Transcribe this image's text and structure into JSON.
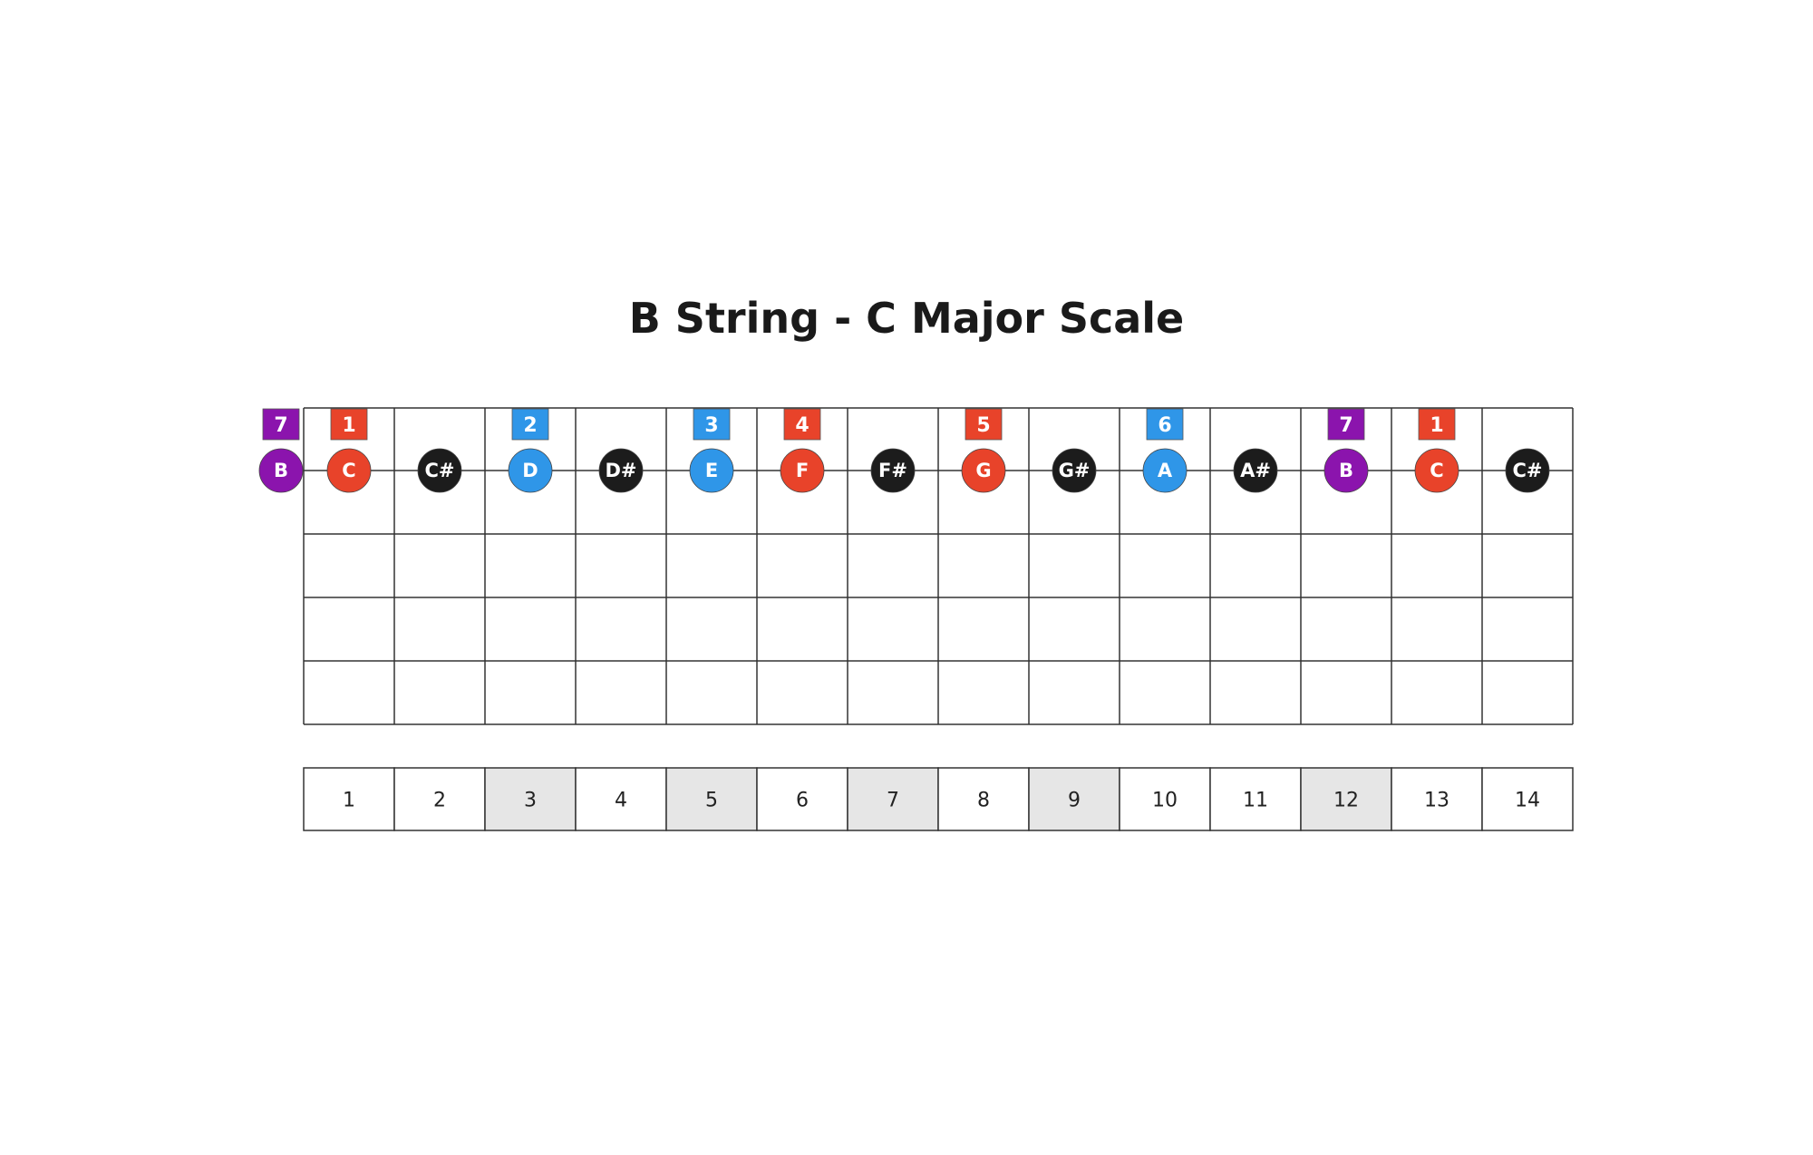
{
  "title": "B String - C Major Scale",
  "colors": {
    "root": "#e8432a",
    "blue": "#2f96e8",
    "seventh": "#8b14ad",
    "nonscale": "#1c1c1c",
    "grid_line": "#333333",
    "marker_fill": "#e6e6e6"
  },
  "fret_count": 14,
  "string_rows": 4,
  "open_note": {
    "note": "B",
    "degree": "7",
    "color": "seventh"
  },
  "fret_notes": [
    {
      "fret": 1,
      "note": "C",
      "degree": "1",
      "color": "root"
    },
    {
      "fret": 2,
      "note": "C#",
      "degree": "",
      "color": "nonscale"
    },
    {
      "fret": 3,
      "note": "D",
      "degree": "2",
      "color": "blue"
    },
    {
      "fret": 4,
      "note": "D#",
      "degree": "",
      "color": "nonscale"
    },
    {
      "fret": 5,
      "note": "E",
      "degree": "3",
      "color": "blue"
    },
    {
      "fret": 6,
      "note": "F",
      "degree": "4",
      "color": "root"
    },
    {
      "fret": 7,
      "note": "F#",
      "degree": "",
      "color": "nonscale"
    },
    {
      "fret": 8,
      "note": "G",
      "degree": "5",
      "color": "root"
    },
    {
      "fret": 9,
      "note": "G#",
      "degree": "",
      "color": "nonscale"
    },
    {
      "fret": 10,
      "note": "A",
      "degree": "6",
      "color": "blue"
    },
    {
      "fret": 11,
      "note": "A#",
      "degree": "",
      "color": "nonscale"
    },
    {
      "fret": 12,
      "note": "B",
      "degree": "7",
      "color": "seventh"
    },
    {
      "fret": 13,
      "note": "C",
      "degree": "1",
      "color": "root"
    },
    {
      "fret": 14,
      "note": "C#",
      "degree": "",
      "color": "nonscale"
    }
  ],
  "fret_numbers": [
    "1",
    "2",
    "3",
    "4",
    "5",
    "6",
    "7",
    "8",
    "9",
    "10",
    "11",
    "12",
    "13",
    "14"
  ],
  "marker_frets": [
    3,
    5,
    7,
    9,
    12
  ]
}
